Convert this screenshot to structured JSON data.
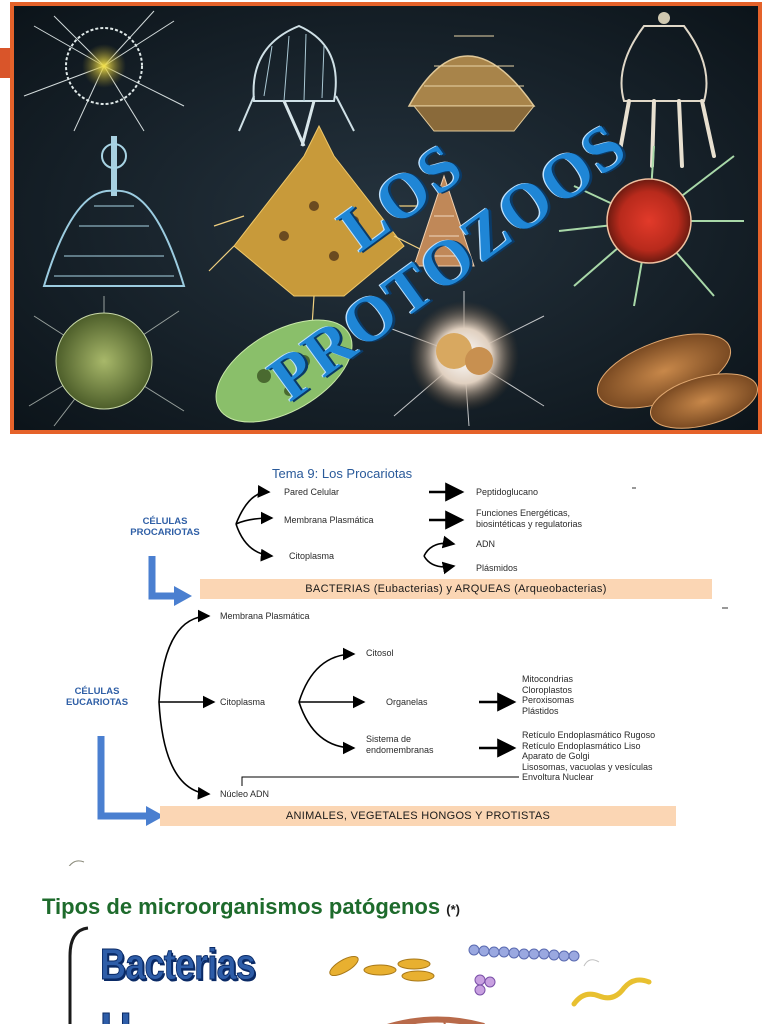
{
  "slide1": {
    "title_line1": "LOS",
    "title_line2": "PROTOZOOS",
    "border_color": "#e5622a",
    "title_color": "#1f86d6"
  },
  "slide2": {
    "heading": "Tema 9: Los Procariotas",
    "prokaryote_label": [
      "CÉLULAS",
      "PROCARIOTAS"
    ],
    "prokaryote_branches": [
      "Pared Celular",
      "Membrana Plasmática",
      "Citoplasma"
    ],
    "prokaryote_results": {
      "pared": "Peptidoglucano",
      "membrana": [
        "Funciones Energéticas,",
        "biosintéticas y regulatorias"
      ],
      "citoplasma": [
        "ADN",
        "Plásmidos"
      ]
    },
    "prokaryote_bar": "BACTERIAS (Eubacterias) y ARQUEAS (Arqueobacterias)",
    "eukaryote_label": [
      "CÉLULAS",
      "EUCARIOTAS"
    ],
    "eukaryote_branches": [
      "Membrana Plasmática",
      "Citoplasma",
      "Núcleo ADN"
    ],
    "citoplasma_branches": [
      "Citosol",
      "Organelas",
      "Sistema de",
      "endomembranas"
    ],
    "organelas": [
      "Mitocondrias",
      "Cloroplastos",
      "Peroxisomas",
      "Plástidos"
    ],
    "endomembranas": [
      "Retículo Endoplasmático Rugoso",
      "Retículo Endoplasmático Liso",
      "Aparato de Golgi",
      "Lisosomas, vacuolas y vesículas",
      "Envoltura Nuclear"
    ],
    "eukaryote_bar": "ANIMALES, VEGETALES HONGOS Y PROTISTAS",
    "label_color": "#2f5fa6",
    "bar_color": "#fbd6b4"
  },
  "slide3": {
    "heading": "Tipos de microorganismos patógenos",
    "heading_note": "(*)",
    "item1": "Bacterias",
    "heading_color": "#1e6b2c",
    "item_color": "#2e5da8"
  }
}
